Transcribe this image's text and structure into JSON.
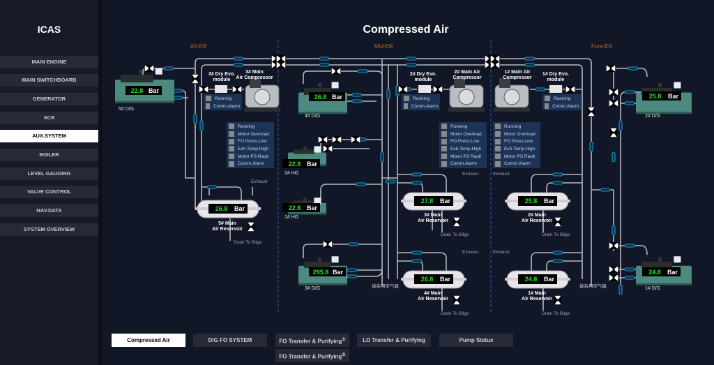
{
  "app": {
    "brand": "ICAS",
    "page_title": "Compressed Air"
  },
  "sidebar": {
    "active": 4,
    "items": [
      {
        "label": "MAIN ENGINE"
      },
      {
        "label": "MAIN SWITCHBOARD"
      },
      {
        "label": "GENERATOR"
      },
      {
        "label": "SCR"
      },
      {
        "label": "AUX.SYSTEM"
      },
      {
        "label": "BOILER"
      },
      {
        "label": "LEVEL GAUGING"
      },
      {
        "label": "VALVE CONTROL"
      },
      {
        "label": "NAV.DATA"
      },
      {
        "label": "SYSTEM OVERVIEW"
      }
    ]
  },
  "zones": [
    {
      "label": "Aft-ER"
    },
    {
      "label": "Mid-ER"
    },
    {
      "label": "Fore-ER"
    }
  ],
  "colors": {
    "zone": "#b8651e",
    "reading": "#1ee81e",
    "pipe": "#b4b8c0",
    "arrow": "#1b9bd1",
    "panel": "#1c3358",
    "generator": "#4c8a80"
  },
  "generators": [
    {
      "name": "5# D/G",
      "value": "22.8",
      "unit": "Bar"
    },
    {
      "name": "4# D/G",
      "value": "26.8",
      "unit": "Bar"
    },
    {
      "name": "2# HG",
      "value": "22.8",
      "unit": "Bar"
    },
    {
      "name": "1# HG",
      "value": "22.8",
      "unit": "Bar"
    },
    {
      "name": "3# D/G",
      "value": "295.8",
      "unit": "Bar"
    },
    {
      "name": "2# D/G",
      "value": "25.8",
      "unit": "Bar"
    },
    {
      "name": "1# D/G",
      "value": "24.8",
      "unit": "Bar"
    }
  ],
  "reservoirs": [
    {
      "name_line1": "5# Main",
      "name_line2": "Air Reservoir",
      "value": "26.8",
      "unit": "Bar",
      "exhaust": "Exhaust",
      "drain": "Drain To Bilge"
    },
    {
      "name_line1": "3# Main",
      "name_line2": "Air Reservoir",
      "value": "27.8",
      "unit": "Bar",
      "exhaust": "Exhaust",
      "drain": "Drain To Bilge"
    },
    {
      "name_line1": "4# Main",
      "name_line2": "Air Reservoir",
      "value": "26.8",
      "unit": "Bar",
      "exhaust": "Exhaust",
      "drain": "Drain To Bilge"
    },
    {
      "name_line1": "2# Main",
      "name_line2": "Air Reservoir",
      "value": "25.8",
      "unit": "Bar",
      "exhaust": "Exhaust",
      "drain": "Drain To Bilge"
    },
    {
      "name_line1": "1# Main",
      "name_line2": "Air Reservoir",
      "value": "24.8",
      "unit": "Bar",
      "exhaust": "Exhaust",
      "drain": "Drain To Bilge"
    }
  ],
  "compressors": [
    {
      "name_line1": "3# Main",
      "name_line2": "Air Compressor",
      "status": [
        "Running",
        "Motor Overload",
        "FO Press.Low",
        "Exh.Temp.High",
        "Motor PS Rault",
        "Comm.Alarm"
      ]
    },
    {
      "name_line1": "2# Main Air",
      "name_line2": "Compressor",
      "status": [
        "Running",
        "Motor Overload",
        "FO Press.Low",
        "Exh.Temp.High",
        "Motor PS Rault",
        "Comm.Alarm"
      ]
    },
    {
      "name_line1": "1# Main Air",
      "name_line2": "Compressor",
      "status": [
        "Running",
        "Motor Overload",
        "FO Press.Low",
        "Exh.Temp.High",
        "Motor PS Rault",
        "Comm.Alarm"
      ]
    }
  ],
  "dry_modules": [
    {
      "name_line1": "3# Dry Evo.",
      "name_line2": "module",
      "status": [
        "Running",
        "Comm.Alarm"
      ]
    },
    {
      "name_line1": "2# Dry Evo.",
      "name_line2": "module",
      "status": [
        "Running",
        "Comm.Alarm"
      ]
    },
    {
      "name_line1": "1# Dry Evo.",
      "name_line2": "module",
      "status": [
        "Running",
        "Comm.Alarm"
      ]
    }
  ],
  "misc_air_labels": [
    "接杂用空气瓶",
    "接杂用空气瓶"
  ],
  "tabs": {
    "active": 0,
    "items": [
      {
        "label": "Compressed Air"
      },
      {
        "label": "D/G FO SYSTEM"
      },
      {
        "label": "FO Transfer & Purifying",
        "sup": "①"
      },
      {
        "label": "LO Transfer & Purifying"
      },
      {
        "label": "Pump Status"
      },
      {
        "label": "FO Transfer & Purifying",
        "sup": "②"
      }
    ]
  }
}
